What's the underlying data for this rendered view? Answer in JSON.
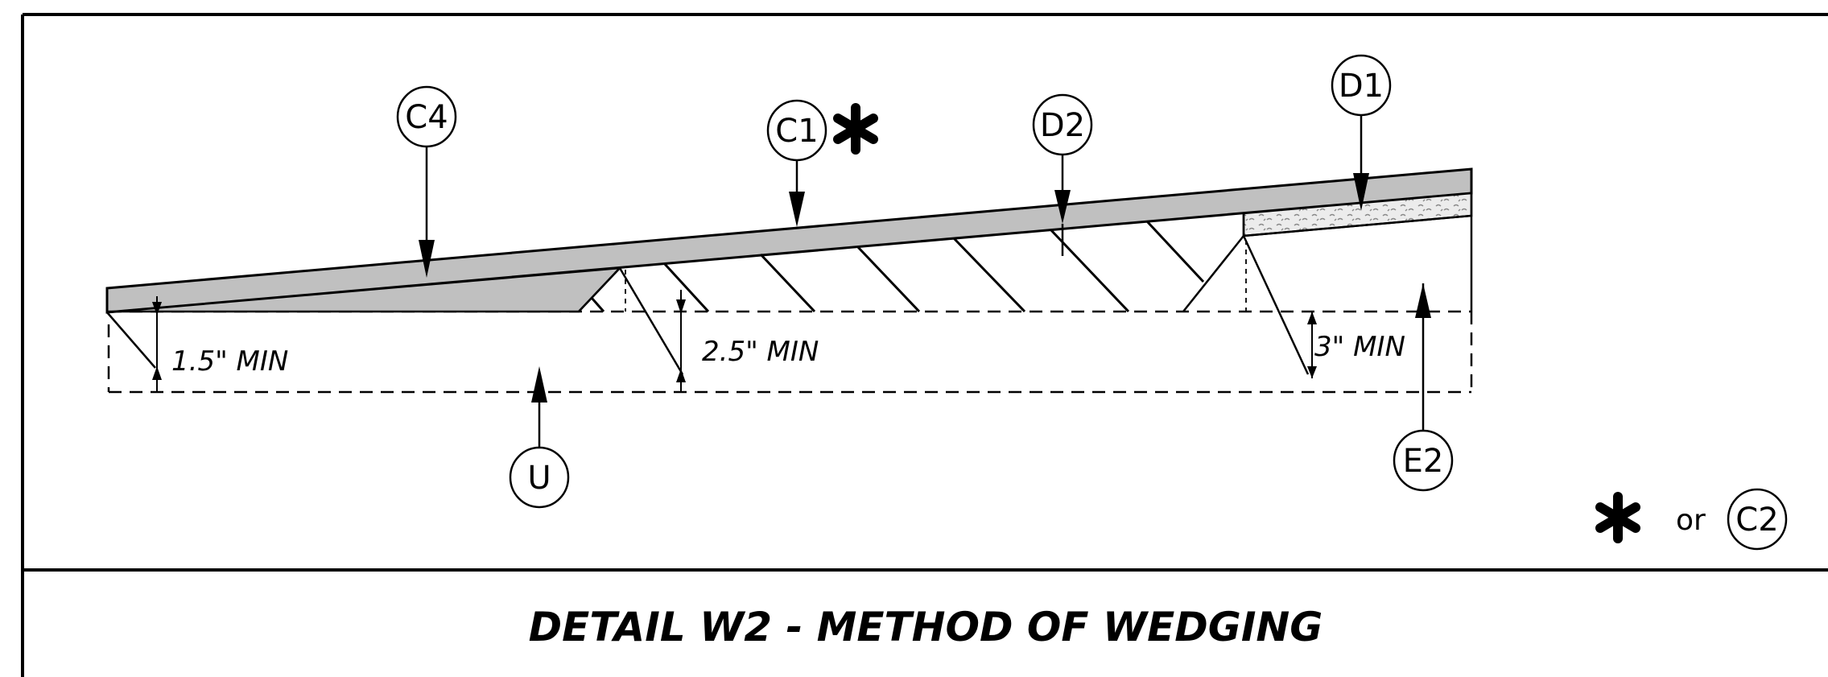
{
  "labels": {
    "c4": "C4",
    "c1": "C1",
    "d2": "D2",
    "d1": "D1",
    "u": "U",
    "e2": "E2",
    "c2": "C2"
  },
  "dimensions": {
    "dim_1": "1.5\" MIN",
    "dim_2": "2.5\" MIN",
    "dim_3": "3\" MIN"
  },
  "legend": {
    "or_text": "or"
  },
  "title": "DETAIL W2 - METHOD OF WEDGING"
}
